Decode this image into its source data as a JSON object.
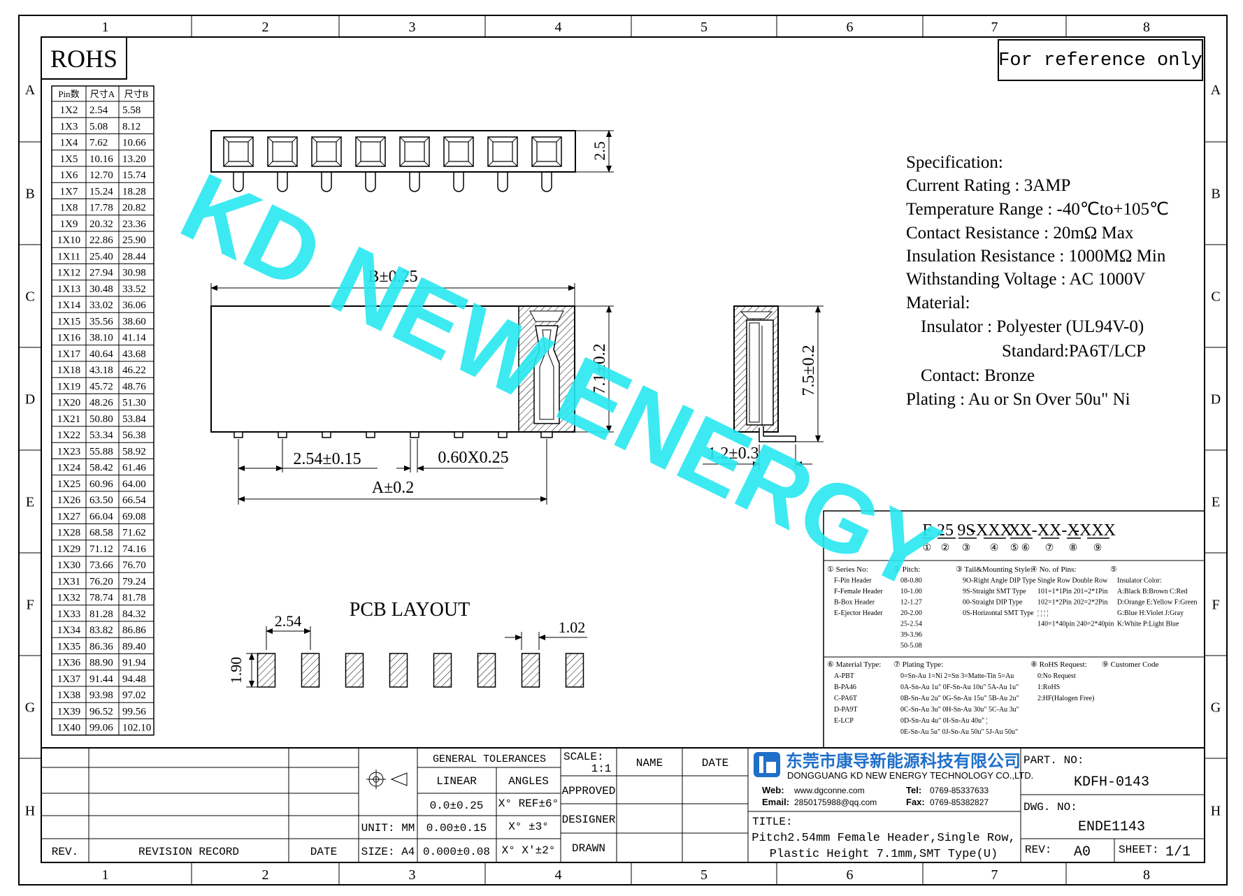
{
  "zone_cols": [
    "1",
    "2",
    "3",
    "4",
    "5",
    "6",
    "7",
    "8"
  ],
  "zone_rows": [
    "A",
    "B",
    "C",
    "D",
    "E",
    "F",
    "G",
    "H"
  ],
  "rohs": "ROHS",
  "reference": "For reference only",
  "dim_table": {
    "headers": [
      "Pin数",
      "尺寸A",
      "尺寸B"
    ],
    "rows": [
      [
        "1X2",
        "2.54",
        "5.58"
      ],
      [
        "1X3",
        "5.08",
        "8.12"
      ],
      [
        "1X4",
        "7.62",
        "10.66"
      ],
      [
        "1X5",
        "10.16",
        "13.20"
      ],
      [
        "1X6",
        "12.70",
        "15.74"
      ],
      [
        "1X7",
        "15.24",
        "18.28"
      ],
      [
        "1X8",
        "17.78",
        "20.82"
      ],
      [
        "1X9",
        "20.32",
        "23.36"
      ],
      [
        "1X10",
        "22.86",
        "25.90"
      ],
      [
        "1X11",
        "25.40",
        "28.44"
      ],
      [
        "1X12",
        "27.94",
        "30.98"
      ],
      [
        "1X13",
        "30.48",
        "33.52"
      ],
      [
        "1X14",
        "33.02",
        "36.06"
      ],
      [
        "1X15",
        "35.56",
        "38.60"
      ],
      [
        "1X16",
        "38.10",
        "41.14"
      ],
      [
        "1X17",
        "40.64",
        "43.68"
      ],
      [
        "1X18",
        "43.18",
        "46.22"
      ],
      [
        "1X19",
        "45.72",
        "48.76"
      ],
      [
        "1X20",
        "48.26",
        "51.30"
      ],
      [
        "1X21",
        "50.80",
        "53.84"
      ],
      [
        "1X22",
        "53.34",
        "56.38"
      ],
      [
        "1X23",
        "55.88",
        "58.92"
      ],
      [
        "1X24",
        "58.42",
        "61.46"
      ],
      [
        "1X25",
        "60.96",
        "64.00"
      ],
      [
        "1X26",
        "63.50",
        "66.54"
      ],
      [
        "1X27",
        "66.04",
        "69.08"
      ],
      [
        "1X28",
        "68.58",
        "71.62"
      ],
      [
        "1X29",
        "71.12",
        "74.16"
      ],
      [
        "1X30",
        "73.66",
        "76.70"
      ],
      [
        "1X31",
        "76.20",
        "79.24"
      ],
      [
        "1X32",
        "78.74",
        "81.78"
      ],
      [
        "1X33",
        "81.28",
        "84.32"
      ],
      [
        "1X34",
        "83.82",
        "86.86"
      ],
      [
        "1X35",
        "86.36",
        "89.40"
      ],
      [
        "1X36",
        "88.90",
        "91.94"
      ],
      [
        "1X37",
        "91.44",
        "94.48"
      ],
      [
        "1X38",
        "93.98",
        "97.02"
      ],
      [
        "1X39",
        "96.52",
        "99.56"
      ],
      [
        "1X40",
        "99.06",
        "102.10"
      ]
    ]
  },
  "dims": {
    "top_height": "2.5",
    "b_len": "B±0.25",
    "front_height": "7.1±0.2",
    "pitch": "2.54±0.15",
    "pin_size": "0.60X0.25",
    "a_len": "A±0.2",
    "side_height": "7.5±0.2",
    "side_width": "1.2±0.3",
    "pcb_title": "PCB LAYOUT",
    "pcb_pitch": "2.54",
    "pcb_width": "1.02",
    "pcb_height": "1.90"
  },
  "spec": {
    "lines": [
      "Specification:",
      "Current Rating : 3AMP",
      "Temperature Range : -40℃to+105℃",
      "Contact Resistance : 20mΩ Max",
      "Insulation Resistance : 1000MΩ Min",
      "Withstanding Voltage : AC 1000V",
      "Material:",
      "Insulator : Polyester (UL94V-0)",
      "Standard:PA6T/LCP",
      "Contact: Bronze",
      "Plating : Au or Sn Over 50u\" Ni"
    ]
  },
  "watermark": "KD NEW ENERGY",
  "part_code": {
    "segments": [
      "F",
      "25",
      "9S",
      "-XXX",
      "X",
      "X",
      "-XX",
      "-X",
      "-XXX"
    ],
    "marks": [
      "①",
      "②",
      "③",
      "④",
      "⑤",
      "⑥",
      "⑦",
      "⑧",
      "⑨"
    ]
  },
  "legend1": [
    {
      "title": "① Series No:",
      "lines": [
        "F-Pin Header",
        "F-Female Header",
        "B-Box Header",
        "E-Ejector Header"
      ]
    },
    {
      "title": "② Pitch:",
      "lines": [
        "08-0.80",
        "10-1.00",
        "12-1.27",
        "20-2.00",
        "25-2.54",
        "39-3.96",
        "50-5.08"
      ]
    },
    {
      "title": "③ Tail&Mounting Style:",
      "lines": [
        "9O-Right Angle DIP Type",
        "9S-Straight SMT Type",
        "00-Straight DIP Type",
        "0S-Horizontal SMT Type"
      ]
    },
    {
      "title": "④ No. of Pins:",
      "lines": [
        "Single Row   Double Row",
        "101=1*1Pin  201=2*1Pin",
        "102=1*2Pin  202=2*2Pin",
        "  ¦  ¦       ¦  ¦",
        "140=1*40pin 240=2*40pin"
      ]
    },
    {
      "title": "⑤",
      "lines": [
        "Insulator Color:",
        "A:Black  B:Brown  C:Red",
        "D:Orange E:Yellow F:Green",
        "G:Blue   H:Violet J:Gray",
        "K:White  P:Light Blue"
      ]
    }
  ],
  "legend2": [
    {
      "title": "⑥ Material Type:",
      "lines": [
        "A-PBT",
        "B-PA46",
        "C-PA6T",
        "D-PA9T",
        "E-LCP"
      ]
    },
    {
      "title": "⑦ Plating Type:",
      "lines": [
        "0=Sn-Au 1=Ni 2=Sn 3=Matte-Tin 5=Au",
        "0A-Sn-Au 1u\" 0F-Sn-Au 10u\"  5A-Au 1u\"",
        "0B-Sn-Au 2u\" 0G-Sn-Au 15u\"  5B-Au 2u\"",
        "0C-Sn-Au 3u\" 0H-Sn-Au 30u\"  5C-Au 3u\"",
        "0D-Sn-Au 4u\" 0I-Sn-Au 40u\"    ¦",
        "0E-Sn-Au 5u\" 0J-Sn-Au 50u\"  5J-Au 50u\""
      ]
    },
    {
      "title": "⑧ RoHS Request:",
      "lines": [
        "0:No Request",
        "1:RoHS",
        "2:HF(Halogen Free)"
      ]
    },
    {
      "title": "⑨ Customer Code",
      "lines": []
    }
  ],
  "title_block": {
    "rev_header": "REV.",
    "revision_record": "REVISION RECORD",
    "date_header": "DATE",
    "unit_label": "UNIT: MM",
    "size_label": "SIZE: A4",
    "general_tol": "GENERAL TOLERANCES",
    "linear": "LINEAR",
    "angles": "ANGLES",
    "tol_rows": [
      [
        "0.0±0.25",
        "X° REF±6°"
      ],
      [
        "0.00±0.15",
        "X° ±3°"
      ],
      [
        "0.000±0.08",
        "X° X'±2°"
      ]
    ],
    "scale_label": "SCALE:",
    "scale_value": "1:1",
    "name_header": "NAME",
    "date_header2": "DATE",
    "approved": "APPROVED",
    "designer": "DESIGNER",
    "drawn": "DRAWN",
    "company_cn": "东莞市康导新能源科技有限公司",
    "company_en": "DONGGUANG KD NEW ENERGY TECHNOLOGY CO.,LTD.",
    "web_label": "Web:",
    "web": "www.dgconne.com",
    "tel_label": "Tel:",
    "tel": "0769-85337633",
    "email_label": "Email:",
    "email": "2850175988@qq.com",
    "fax_label": "Fax:",
    "fax": "0769-85382827",
    "title_label": "TITLE:",
    "title_line1": "Pitch2.54mm Female Header,Single Row,",
    "title_line2": "Plastic Height 7.1mm,SMT Type(U)",
    "part_no_label": "PART. NO:",
    "part_no": "KDFH-0143",
    "dwg_no_label": "DWG. NO:",
    "dwg_no": "ENDE1143",
    "rev_label": "REV:",
    "rev_value": "A0",
    "sheet_label": "SHEET:",
    "sheet_value": "1/1"
  },
  "colors": {
    "watermark": "#29e8f0",
    "line": "#000000",
    "logo": "#1f6fc9"
  }
}
